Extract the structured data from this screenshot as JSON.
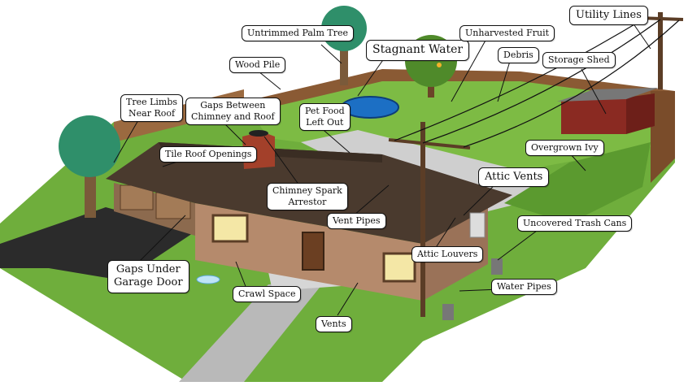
{
  "colors": {
    "lawn": "#6fae3c",
    "lawn_dark": "#4f8a2a",
    "roof": "#4a3a2e",
    "wall": "#b58a6c",
    "fence": "#8a5a34",
    "shed": "#8a2a22",
    "pool": "#1c6fc4",
    "asphalt": "#2b2b2b"
  },
  "labels": {
    "utility_lines": "Utility Lines",
    "untrimmed_palm_tree": "Untrimmed Palm Tree",
    "stagnant_water": "Stagnant Water",
    "unharvested_fruit": "Unharvested  Fruit",
    "debris": "Debris",
    "storage_shed": "Storage Shed",
    "wood_pile": "Wood Pile",
    "tree_limbs_near_roof": "Tree Limbs\nNear Roof",
    "gaps_chimney_roof": "Gaps Between\nChimney and Roof",
    "pet_food_left_out": "Pet Food\nLeft Out",
    "tile_roof_openings": "Tile Roof Openings",
    "overgrown_ivy": "Overgrown Ivy",
    "chimney_spark_arrestor": "Chimney Spark\nArrestor",
    "attic_vents": "Attic Vents",
    "vent_pipes": "Vent Pipes",
    "uncovered_trash_cans": "Uncovered Trash Cans",
    "attic_louvers": "Attic Louvers",
    "gaps_under_garage_door": "Gaps Under\nGarage Door",
    "crawl_space": "Crawl Space",
    "water_pipes": "Water Pipes",
    "vents": "Vents"
  }
}
